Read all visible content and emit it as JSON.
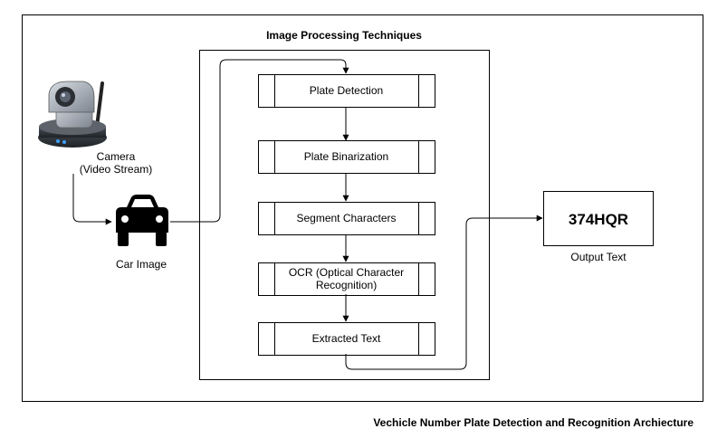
{
  "diagram": {
    "group_title": "Image Processing Techniques",
    "camera_label": [
      "Camera",
      "(Video Stream)"
    ],
    "car_label": "Car Image",
    "steps": [
      {
        "lines": [
          "Plate Detection"
        ]
      },
      {
        "lines": [
          "Plate Binarization"
        ]
      },
      {
        "lines": [
          "Segment Characters"
        ]
      },
      {
        "lines": [
          "OCR (Optical Character",
          "Recognition)"
        ]
      },
      {
        "lines": [
          "Extracted Text"
        ]
      }
    ],
    "output_value": "374HQR",
    "output_label": "Output Text",
    "caption": "Vechicle Number Plate Detection and Recognition Archiecture"
  },
  "colors": {
    "line": "#000000",
    "background": "#ffffff"
  },
  "icons": {
    "camera": "camera-icon",
    "car": "car-icon"
  }
}
